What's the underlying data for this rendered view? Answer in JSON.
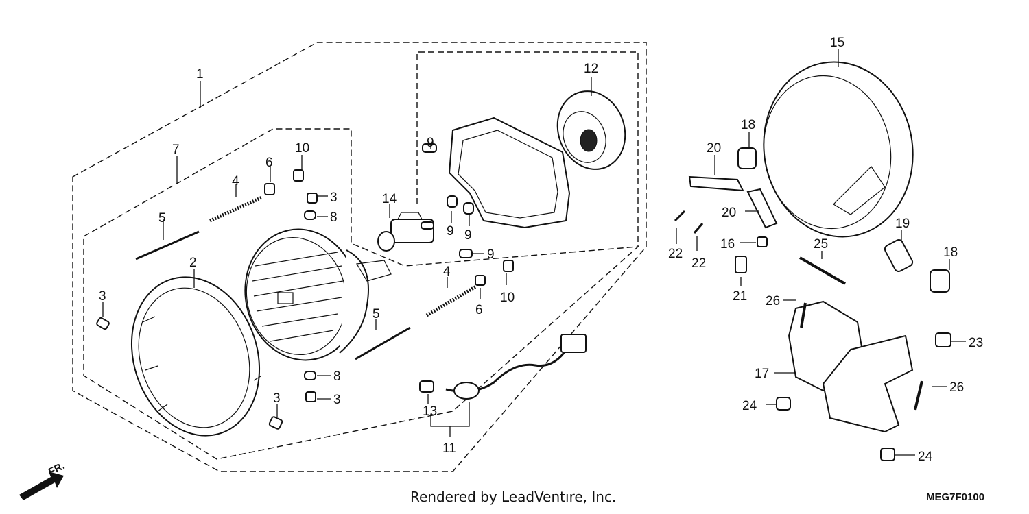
{
  "callouts": {
    "c1": "1",
    "c2": "2",
    "c3a": "3",
    "c3b": "3",
    "c3c": "3",
    "c3d": "3",
    "c4a": "4",
    "c4b": "4",
    "c5a": "5",
    "c5b": "5",
    "c6a": "6",
    "c6b": "6",
    "c7": "7",
    "c8a": "8",
    "c8b": "8",
    "c9a": "9",
    "c9b": "9",
    "c9c": "9",
    "c9d": "9",
    "c10a": "10",
    "c10b": "10",
    "c11": "11",
    "c12": "12",
    "c13": "13",
    "c14": "14",
    "c15": "15",
    "c16": "16",
    "c17": "17",
    "c18a": "18",
    "c18b": "18",
    "c19": "19",
    "c20a": "20",
    "c20b": "20",
    "c21": "21",
    "c22a": "22",
    "c22b": "22",
    "c23": "23",
    "c24a": "24",
    "c24b": "24",
    "c25": "25",
    "c26a": "26",
    "c26b": "26"
  },
  "front_marker": "FR.",
  "footer_text": "Rendered by LeadVentıre, Inc.",
  "diagram_code": "MEG7F0100"
}
